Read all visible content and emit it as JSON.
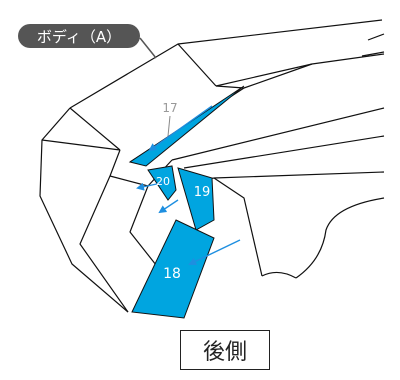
{
  "diagram": {
    "part_label": "ボディ（A）",
    "callouts": {
      "p17": "17",
      "p18": "18",
      "p19": "19",
      "p20": "20"
    },
    "caption": "後側",
    "colors": {
      "panel_fill": "#00a5e0",
      "arrow": "#1e8fe0",
      "leader": "#888888",
      "outline": "#111111",
      "label_bg": "#555555",
      "label_text": "#ffffff",
      "callout_text_on_panel": "#ffffff",
      "callout_text_grey": "#999999"
    }
  }
}
